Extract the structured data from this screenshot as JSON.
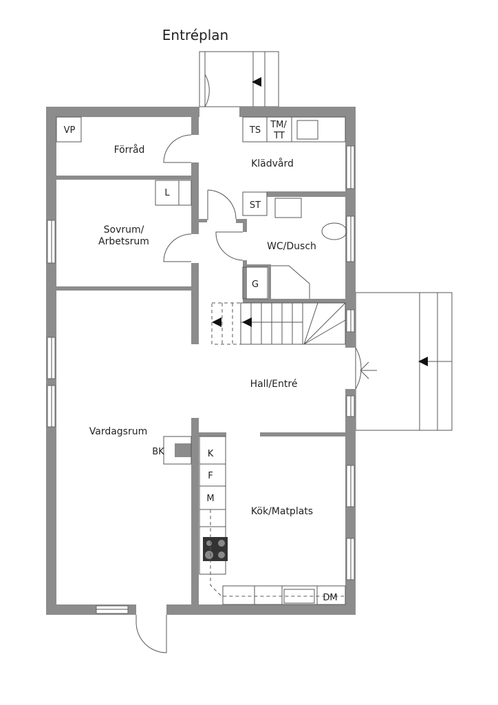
{
  "title": "Entréplan",
  "rooms": {
    "forrad": "Förråd",
    "kladvard": "Klädvård",
    "sovrum_1": "Sovrum/",
    "sovrum_2": "Arbetsrum",
    "wc": "WC/Dusch",
    "hall": "Hall/Entré",
    "vardagsrum": "Vardagsrum",
    "kok": "Kök/Matplats"
  },
  "fixtures": {
    "vp": "VP",
    "ts": "TS",
    "tm": "TM/",
    "tt": "TT",
    "l": "L",
    "st": "ST",
    "g": "G",
    "bk": "BK",
    "k": "K",
    "f": "F",
    "m": "M",
    "dm": "DM"
  },
  "colors": {
    "wall": "#8c8c8c",
    "line": "#555555"
  }
}
